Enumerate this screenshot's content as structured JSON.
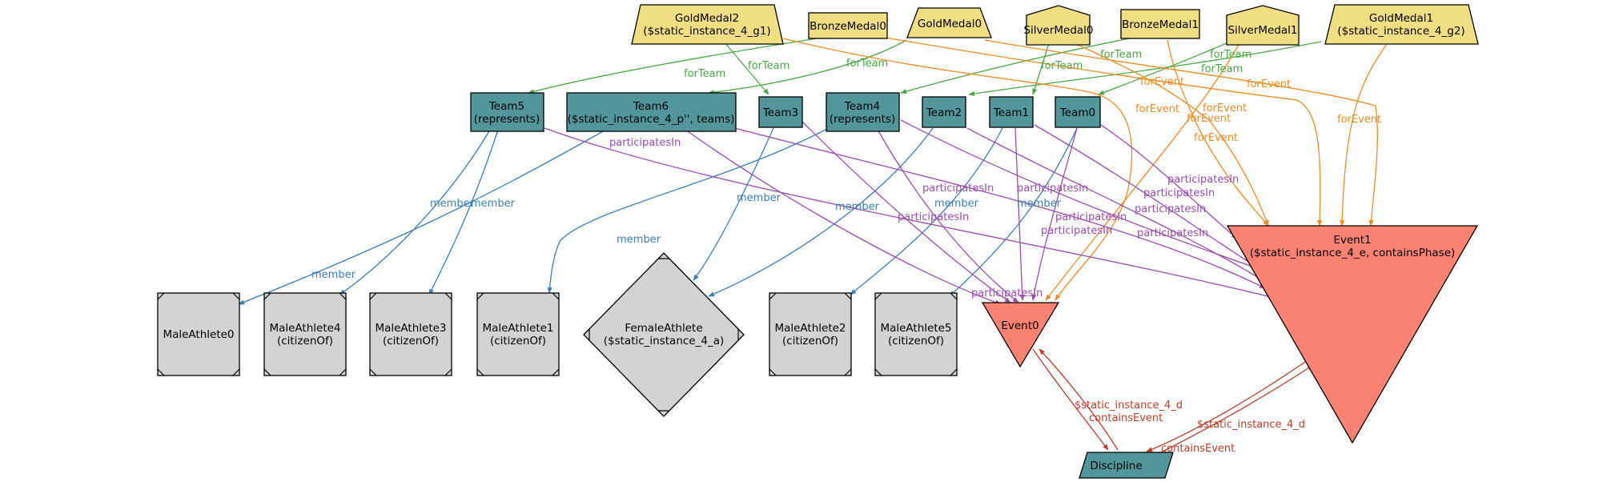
{
  "colors": {
    "medal": "#f0de82",
    "team": "#52969c",
    "athlete": "#d3d3d3",
    "event": "#fa8272",
    "discipline": "#52969c",
    "forTeam": "#4aa844",
    "forEvent": "#f58a1c",
    "participatesIn": "#9a4db3",
    "member": "#3a7fb8",
    "containsEvent": "#c43a2a"
  },
  "nodes": {
    "goldmedal2": [
      "GoldMedal2",
      "($static_instance_4_g1)"
    ],
    "bronzemedal0": [
      "BronzeMedal0"
    ],
    "goldmedal0": [
      "GoldMedal0"
    ],
    "silvermedal0": [
      "SilverMedal0"
    ],
    "bronzemedal1": [
      "BronzeMedal1"
    ],
    "silvermedal1": [
      "SilverMedal1"
    ],
    "goldmedal1": [
      "GoldMedal1",
      "($static_instance_4_g2)"
    ],
    "team5": [
      "Team5",
      "(represents)"
    ],
    "team6": [
      "Team6",
      "($static_instance_4_p'', teams)"
    ],
    "team3": [
      "Team3"
    ],
    "team4": [
      "Team4",
      "(represents)"
    ],
    "team2": [
      "Team2"
    ],
    "team1": [
      "Team1"
    ],
    "team0": [
      "Team0"
    ],
    "maleathlete0": [
      "MaleAthlete0"
    ],
    "maleathlete4": [
      "MaleAthlete4",
      "(citizenOf)"
    ],
    "maleathlete3": [
      "MaleAthlete3",
      "(citizenOf)"
    ],
    "maleathlete1": [
      "MaleAthlete1",
      "(citizenOf)"
    ],
    "femaleathlete": [
      "FemaleAthlete",
      "($static_instance_4_a)"
    ],
    "maleathlete2": [
      "MaleAthlete2",
      "(citizenOf)"
    ],
    "maleathlete5": [
      "MaleAthlete5",
      "(citizenOf)"
    ],
    "event0": [
      "Event0"
    ],
    "event1": [
      "Event1",
      "($static_instance_4_e, containsPhase)"
    ],
    "discipline": [
      "Discipline"
    ]
  },
  "edges": [
    {
      "id": "gm2-team3",
      "type": "forTeam",
      "from": "GoldMedal2",
      "to": "Team3",
      "label": "forTeam"
    },
    {
      "id": "gm2-event0",
      "type": "forEvent",
      "from": "GoldMedal2",
      "to": "Event0",
      "label": "forEvent"
    },
    {
      "id": "bm0-team5",
      "type": "forTeam",
      "from": "BronzeMedal0",
      "to": "Team5",
      "label": "forTeam"
    },
    {
      "id": "bm0-event1",
      "type": "forEvent",
      "from": "BronzeMedal0",
      "to": "Event1",
      "label": "forEvent"
    },
    {
      "id": "gm0-team6",
      "type": "forTeam",
      "from": "GoldMedal0",
      "to": "Team6",
      "label": "forTeam"
    },
    {
      "id": "gm0-event1",
      "type": "forEvent",
      "from": "GoldMedal0",
      "to": "Event1",
      "label": "forEvent"
    },
    {
      "id": "sm0-team1",
      "type": "forTeam",
      "from": "SilverMedal0",
      "to": "Team1",
      "label": "forTeam"
    },
    {
      "id": "sm0-event1",
      "type": "forEvent",
      "from": "SilverMedal0",
      "to": "Event1",
      "label": "forEvent"
    },
    {
      "id": "bm1-team4",
      "type": "forTeam",
      "from": "BronzeMedal1",
      "to": "Team4",
      "label": "forTeam"
    },
    {
      "id": "bm1-event1",
      "type": "forEvent",
      "from": "BronzeMedal1",
      "to": "Event1",
      "label": "forEvent"
    },
    {
      "id": "sm1-team0",
      "type": "forTeam",
      "from": "SilverMedal1",
      "to": "Team0",
      "label": "forTeam"
    },
    {
      "id": "sm1-event0",
      "type": "forEvent",
      "from": "SilverMedal1",
      "to": "Event0",
      "label": "forEvent"
    },
    {
      "id": "gm1-team2",
      "type": "forTeam",
      "from": "GoldMedal1",
      "to": "Team2",
      "label": "forTeam"
    },
    {
      "id": "gm1-event1",
      "type": "forEvent",
      "from": "GoldMedal1",
      "to": "Event1",
      "label": "forEvent"
    },
    {
      "id": "t5-ma4",
      "type": "member",
      "from": "Team5",
      "to": "MaleAthlete4",
      "label": "member"
    },
    {
      "id": "t5-ma3",
      "type": "member",
      "from": "Team5",
      "to": "MaleAthlete3",
      "label": "member"
    },
    {
      "id": "t5-event1",
      "type": "participatesIn",
      "from": "Team5",
      "to": "Event1",
      "label": "participatesIn"
    },
    {
      "id": "t6-ma0",
      "type": "member",
      "from": "Team6",
      "to": "MaleAthlete0",
      "label": "member"
    },
    {
      "id": "t6-event0",
      "type": "participatesIn",
      "from": "Team6",
      "to": "Event0",
      "label": "participatesIn"
    },
    {
      "id": "t6-event1",
      "type": "participatesIn",
      "from": "Team6",
      "to": "Event1",
      "label": "participatesIn"
    },
    {
      "id": "t3-fa",
      "type": "member",
      "from": "Team3",
      "to": "FemaleAthlete",
      "label": "member"
    },
    {
      "id": "t3-event0",
      "type": "participatesIn",
      "from": "Team3",
      "to": "Event0",
      "label": "participatesIn"
    },
    {
      "id": "t4-ma1",
      "type": "member",
      "from": "Team4",
      "to": "MaleAthlete1",
      "label": "member"
    },
    {
      "id": "t4-event0",
      "type": "participatesIn",
      "from": "Team4",
      "to": "Event0",
      "label": "participatesIn"
    },
    {
      "id": "t4-event1",
      "type": "participatesIn",
      "from": "Team4",
      "to": "Event1",
      "label": "participatesIn"
    },
    {
      "id": "t2-fa",
      "type": "member",
      "from": "Team2",
      "to": "FemaleAthlete",
      "label": "member"
    },
    {
      "id": "t2-event1",
      "type": "participatesIn",
      "from": "Team2",
      "to": "Event1",
      "label": "participatesIn"
    },
    {
      "id": "t1-ma2",
      "type": "member",
      "from": "Team1",
      "to": "MaleAthlete2",
      "label": "member"
    },
    {
      "id": "t1-event0",
      "type": "participatesIn",
      "from": "Team1",
      "to": "Event0",
      "label": "participatesIn"
    },
    {
      "id": "t1-event1",
      "type": "participatesIn",
      "from": "Team1",
      "to": "Event1",
      "label": "participatesIn"
    },
    {
      "id": "t0-ma5",
      "type": "member",
      "from": "Team0",
      "to": "MaleAthlete5",
      "label": "member"
    },
    {
      "id": "t0-event0",
      "type": "participatesIn",
      "from": "Team0",
      "to": "Event0",
      "label": "participatesIn"
    },
    {
      "id": "t0-event1",
      "type": "participatesIn",
      "from": "Team0",
      "to": "Event1",
      "label": "participatesIn"
    },
    {
      "id": "e0-disc",
      "type": "containsEvent",
      "from": "Event0",
      "to": "Discipline",
      "label": "$static_instance_4_d"
    },
    {
      "id": "disc-e0",
      "type": "containsEvent",
      "from": "Discipline",
      "to": "Event0",
      "label": "containsEvent"
    },
    {
      "id": "e1-disc",
      "type": "containsEvent",
      "from": "Event1",
      "to": "Discipline",
      "label": "$static_instance_4_d"
    },
    {
      "id": "disc-e1",
      "type": "containsEvent",
      "from": "Discipline",
      "to": "Event1",
      "label": "containsEvent"
    }
  ]
}
